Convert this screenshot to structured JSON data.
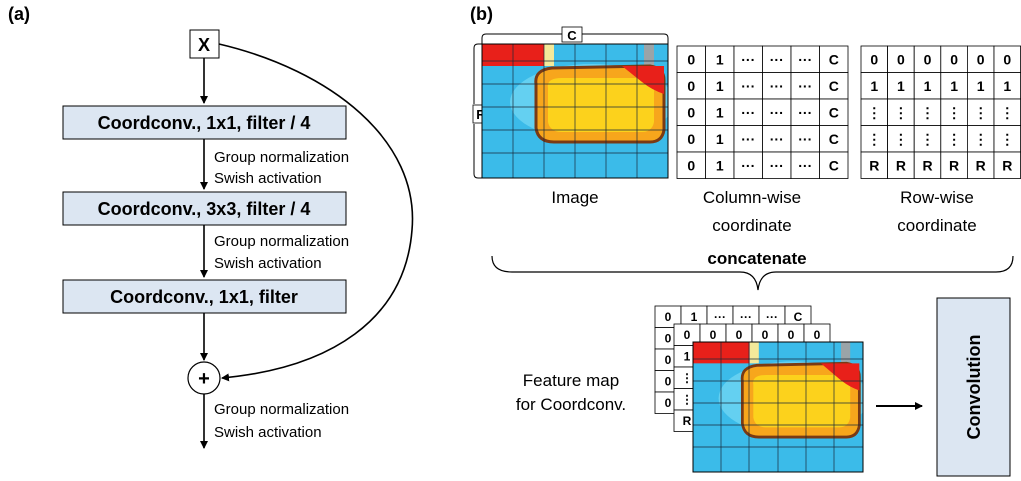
{
  "panel_a": {
    "label": "(a)",
    "input": "X",
    "blocks": [
      "Coordconv., 1x1, filter / 4",
      "Coordconv., 3x3, filter / 4",
      "Coordconv., 1x1, filter"
    ],
    "norm": "Group normalization",
    "act": "Swish activation",
    "add": "+"
  },
  "panel_b": {
    "label": "(b)",
    "c_label": "C",
    "r_label": "R",
    "image_caption": "Image",
    "col_caption_1": "Column-wise",
    "col_caption_2": "coordinate",
    "row_caption_1": "Row-wise",
    "row_caption_2": "coordinate",
    "concat_label": "concatenate",
    "feature_caption_1": "Feature map",
    "feature_caption_2": "for Coordconv.",
    "conv_label": "Convolution",
    "col_grid_row": [
      "0",
      "1",
      "···",
      "···",
      "···",
      "C"
    ],
    "row_grid": [
      [
        "0",
        "0",
        "0",
        "0",
        "0",
        "0"
      ],
      [
        "1",
        "1",
        "1",
        "1",
        "1",
        "1"
      ],
      [
        "⋮",
        "⋮",
        "⋮",
        "⋮",
        "⋮",
        "⋮"
      ],
      [
        "⋮",
        "⋮",
        "⋮",
        "⋮",
        "⋮",
        "⋮"
      ],
      [
        "R",
        "R",
        "R",
        "R",
        "R",
        "R"
      ]
    ]
  },
  "colors": {
    "block_fill": "#dce6f2",
    "grid_blue": "#33b6ea",
    "hot_red": "#e8201a",
    "hot_orange": "#f7a61c",
    "hot_yellow": "#fcd21c",
    "cool_cyan": "#5fd0f0"
  }
}
